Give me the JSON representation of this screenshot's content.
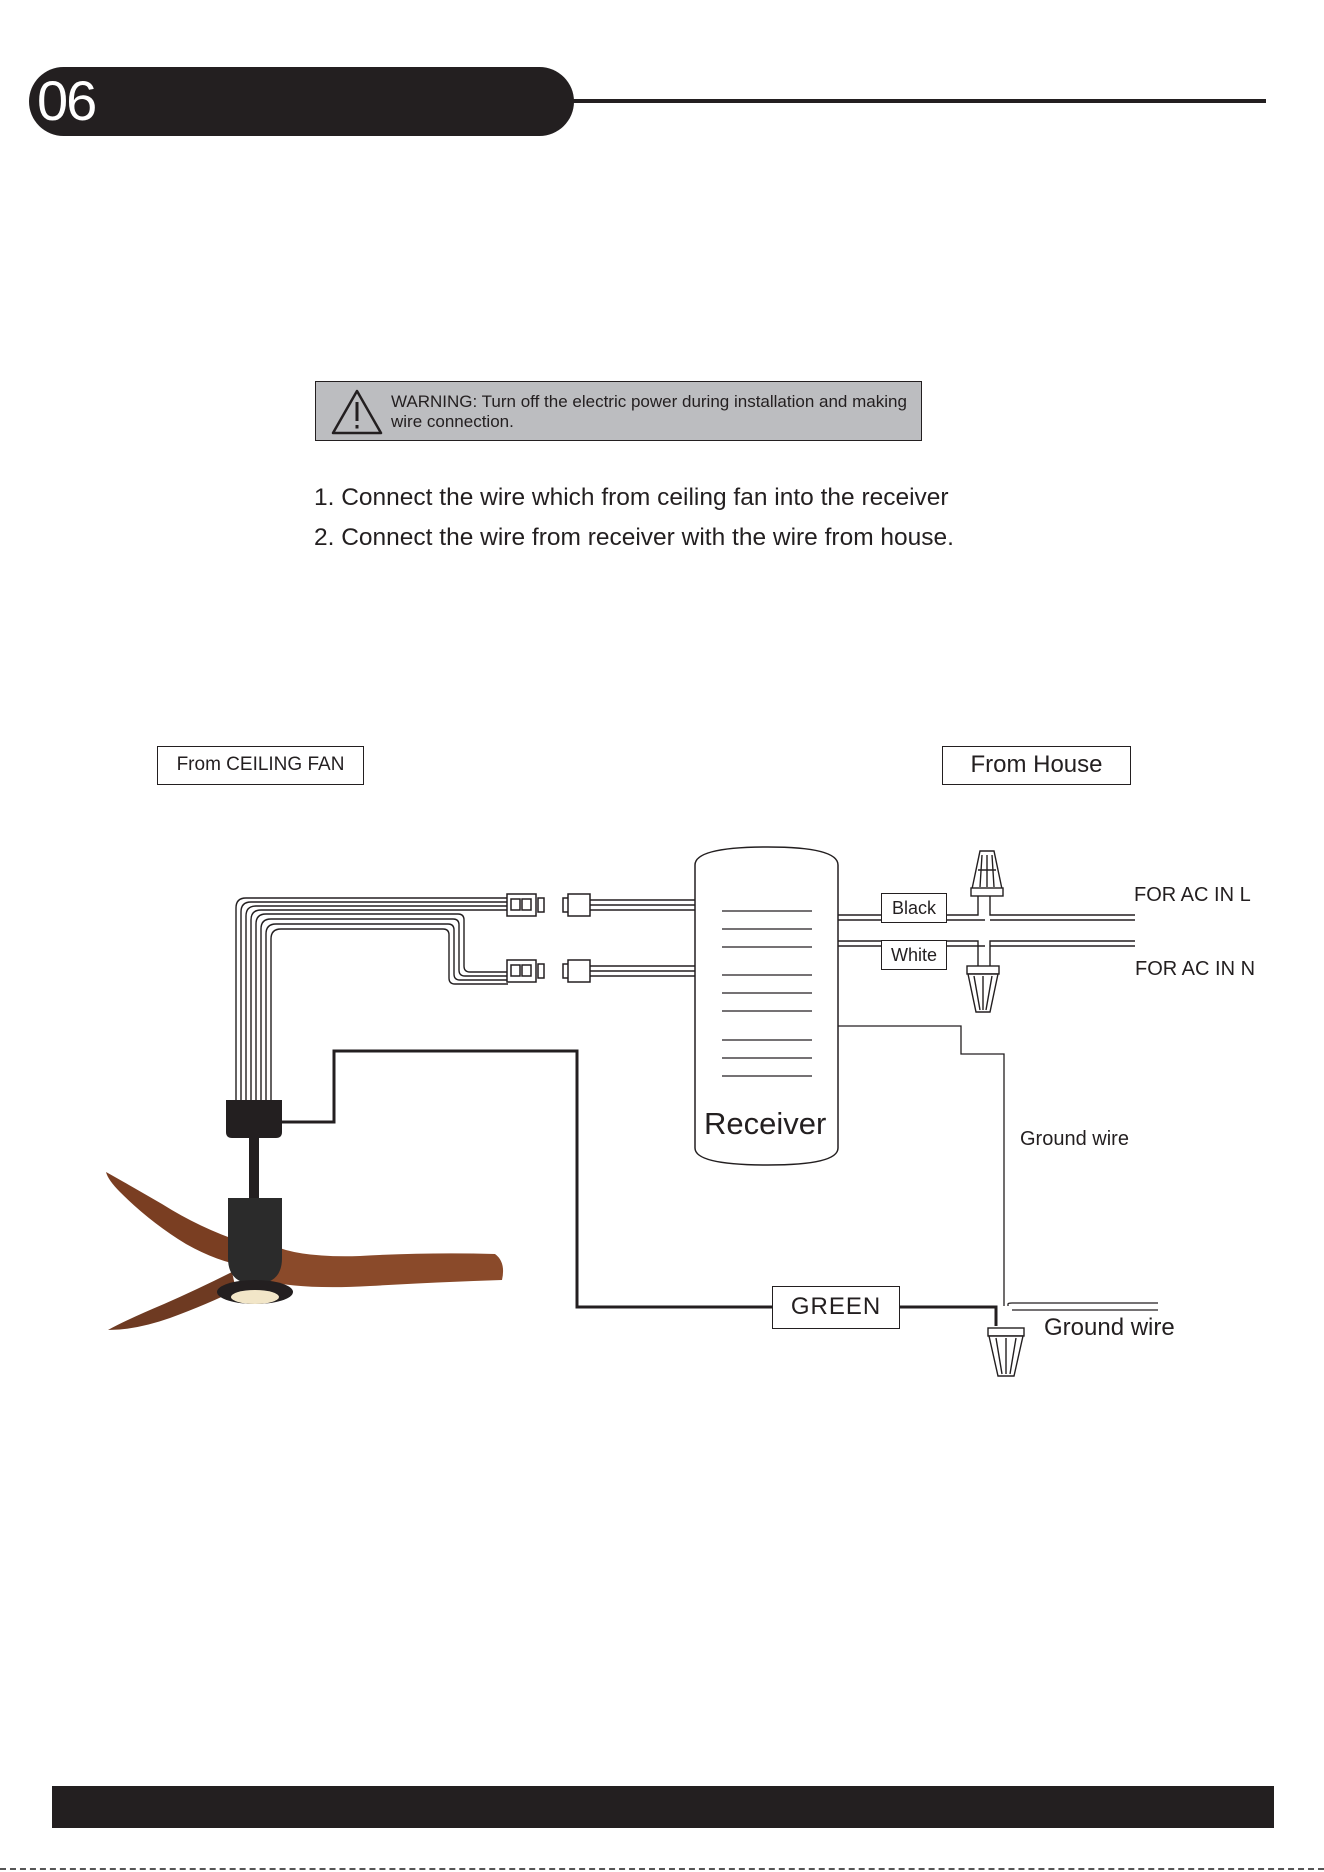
{
  "header": {
    "page_number": "06"
  },
  "warning": {
    "text": "WARNING: Turn off the electric power during installation and making wire connection."
  },
  "steps": [
    "1. Connect the wire which from ceiling fan  into the receiver",
    "2. Connect the wire from receiver with the wire from house."
  ],
  "diagram": {
    "from_ceiling_fan": "From CEILING FAN",
    "from_house": "From House",
    "receiver": "Receiver",
    "black": "Black",
    "white": "White",
    "ac_in_l": "FOR AC IN L",
    "ac_in_n": "FOR AC IN N",
    "ground_wire_upper": "Ground wire",
    "ground_wire_lower": "Ground wire",
    "green": "GREEN"
  },
  "colors": {
    "dark": "#231f20",
    "warning_bg": "#bcbdc0",
    "wood": "#8a4a2a"
  }
}
